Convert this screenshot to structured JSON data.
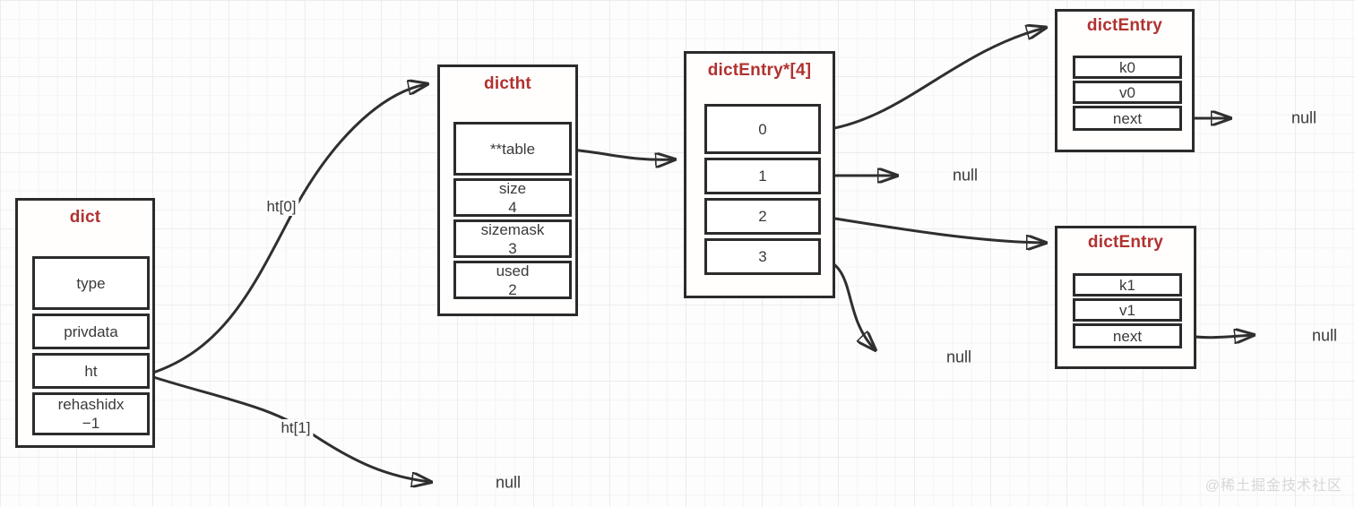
{
  "colors": {
    "accent": "#b03230",
    "line": "#2f2f2f",
    "text": "#3a3a3a",
    "grid": "#ececec"
  },
  "nodes": {
    "dict": {
      "title": "dict",
      "cells": {
        "type": "type",
        "privdata": "privdata",
        "ht": "ht",
        "rehashidx_label": "rehashidx",
        "rehashidx_value": "−1"
      }
    },
    "dictht": {
      "title": "dictht",
      "cells": {
        "table": "**table",
        "size_label": "size",
        "size_value": "4",
        "sizemask_label": "sizemask",
        "sizemask_value": "3",
        "used_label": "used",
        "used_value": "2"
      }
    },
    "entry_array": {
      "title": "dictEntry*[4]",
      "slots": {
        "s0": "0",
        "s1": "1",
        "s2": "2",
        "s3": "3"
      }
    },
    "entry_top": {
      "title": "dictEntry",
      "cells": {
        "key": "k0",
        "value": "v0",
        "next": "next"
      }
    },
    "entry_bottom": {
      "title": "dictEntry",
      "cells": {
        "key": "k1",
        "value": "v1",
        "next": "next"
      }
    }
  },
  "edge_labels": {
    "ht0": "ht[0]",
    "ht1": "ht[1]"
  },
  "null_labels": {
    "entry_top_next": "null",
    "slot1": "null",
    "slot3": "null",
    "ht1": "null",
    "entry_bottom_next": "null"
  },
  "watermark": "@稀土掘金技术社区"
}
